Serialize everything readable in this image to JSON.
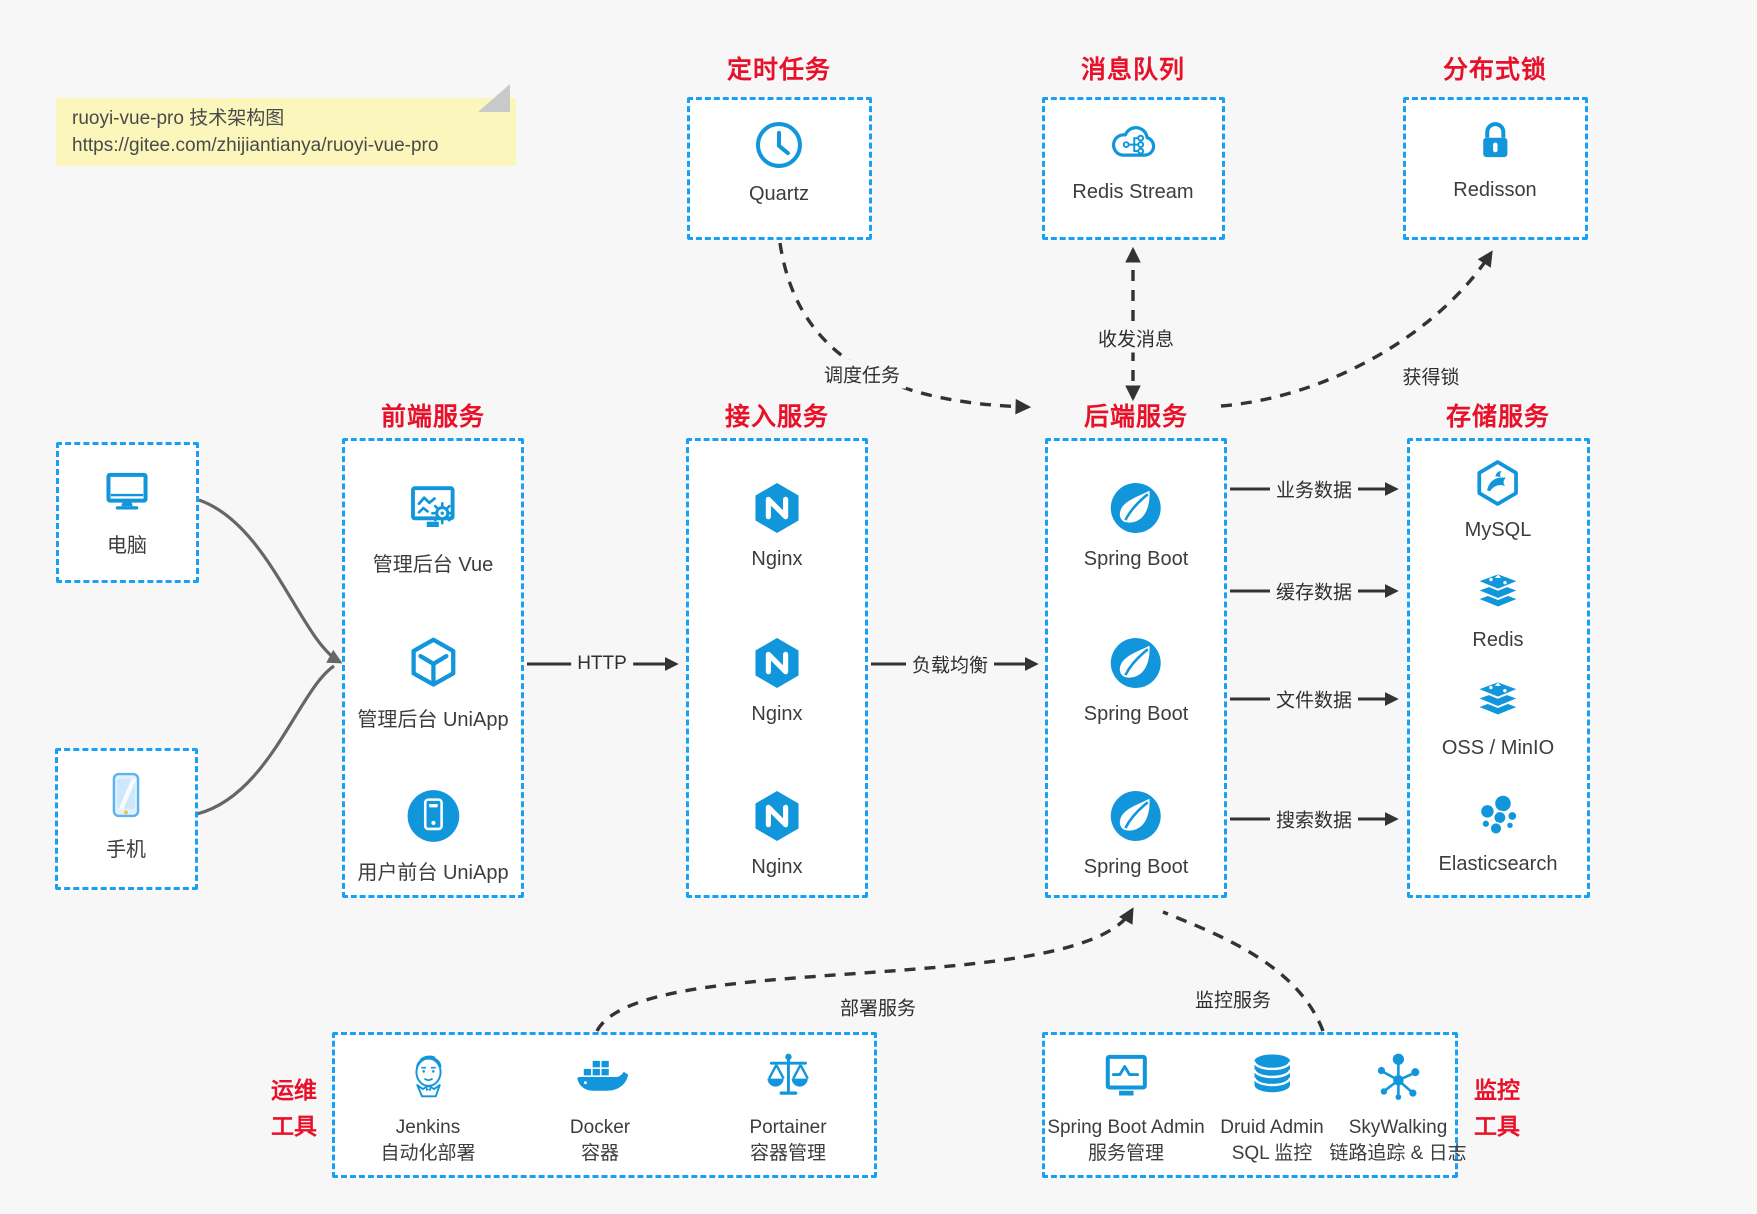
{
  "note": {
    "line1": "ruoyi-vue-pro 技术架构图",
    "line2": "https://gitee.com/zhijiantianya/ruoyi-vue-pro"
  },
  "colors": {
    "accent_border": "#18a1f3",
    "icon_blue": "#1296db",
    "title_red": "#e8112a",
    "arrow_dark": "#333333",
    "client_arrow_gray": "#666666",
    "page_bg": "#f7f7f7",
    "note_bg": "#fbf6bb"
  },
  "top_groups": [
    {
      "title": "定时任务",
      "node": {
        "icon": "clock-icon",
        "label": "Quartz"
      }
    },
    {
      "title": "消息队列",
      "node": {
        "icon": "redis-stream-cloud-icon",
        "label": "Redis Stream"
      }
    },
    {
      "title": "分布式锁",
      "node": {
        "icon": "lock-icon",
        "label": "Redisson"
      }
    }
  ],
  "clients": [
    {
      "icon": "desktop-computer-icon",
      "label": "电脑"
    },
    {
      "icon": "smartphone-icon",
      "label": "手机"
    }
  ],
  "columns": [
    {
      "title": "前端服务",
      "nodes": [
        {
          "icon": "admin-vue-icon",
          "label": "管理后台 Vue"
        },
        {
          "icon": "uniapp-cube-icon",
          "label": "管理后台 UniApp"
        },
        {
          "icon": "user-app-icon",
          "label": "用户前台 UniApp"
        }
      ]
    },
    {
      "title": "接入服务",
      "nodes": [
        {
          "icon": "nginx-icon",
          "label": "Nginx"
        },
        {
          "icon": "nginx-icon",
          "label": "Nginx"
        },
        {
          "icon": "nginx-icon",
          "label": "Nginx"
        }
      ]
    },
    {
      "title": "后端服务",
      "nodes": [
        {
          "icon": "spring-boot-icon",
          "label": "Spring Boot"
        },
        {
          "icon": "spring-boot-icon",
          "label": "Spring Boot"
        },
        {
          "icon": "spring-boot-icon",
          "label": "Spring Boot"
        }
      ]
    },
    {
      "title": "存储服务",
      "nodes": [
        {
          "icon": "mysql-icon",
          "label": "MySQL"
        },
        {
          "icon": "redis-stack-icon",
          "label": "Redis"
        },
        {
          "icon": "redis-stack-icon",
          "label": "OSS / MinIO"
        },
        {
          "icon": "elasticsearch-icon",
          "label": "Elasticsearch"
        }
      ]
    }
  ],
  "bottom_groups": [
    {
      "side_label_line1": "运维",
      "side_label_line2": "工具",
      "nodes": [
        {
          "icon": "jenkins-icon",
          "label1": "Jenkins",
          "label2": "自动化部署"
        },
        {
          "icon": "docker-icon",
          "label1": "Docker",
          "label2": "容器"
        },
        {
          "icon": "portainer-icon",
          "label1": "Portainer",
          "label2": "容器管理"
        }
      ]
    },
    {
      "side_label_line1": "监控",
      "side_label_line2": "工具",
      "nodes": [
        {
          "icon": "spring-boot-admin-icon",
          "label1": "Spring Boot Admin",
          "label2": "服务管理"
        },
        {
          "icon": "druid-icon",
          "label1": "Druid Admin",
          "label2": "SQL 监控"
        },
        {
          "icon": "skywalking-icon",
          "label1": "SkyWalking",
          "label2": "链路追踪 & 日志"
        }
      ]
    }
  ],
  "edges": {
    "http": "HTTP",
    "load_balance": "负载均衡",
    "data_labels": [
      "业务数据",
      "缓存数据",
      "文件数据",
      "搜索数据"
    ],
    "schedule": "调度任务",
    "message": "收发消息",
    "lock": "获得锁",
    "deploy": "部署服务",
    "monitor": "监控服务"
  }
}
